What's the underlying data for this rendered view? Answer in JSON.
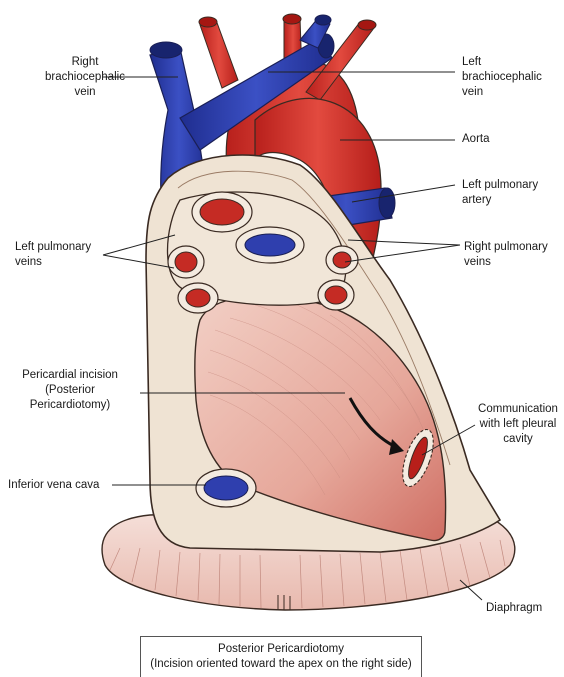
{
  "labels": {
    "right_brachiocephalic_vein": "Right\nbrachiocephalic\nvein",
    "left_brachiocephalic_vein": "Left\nbrachiocephalic\nvein",
    "aorta": "Aorta",
    "left_pulmonary_artery": "Left pulmonary\nartery",
    "left_pulmonary_veins": "Left pulmonary\nveins",
    "right_pulmonary_veins": "Right pulmonary\nveins",
    "pericardial_incision": "Pericardial incision\n(Posterior\nPericardiotomy)",
    "communication_pleural": "Communication\nwith left pleural\ncavity",
    "inferior_vena_cava": "Inferior vena cava",
    "diaphragm": "Diaphragm"
  },
  "caption": {
    "title": "Posterior Pericardiotomy",
    "subtitle": "(Incision oriented toward the apex on the right side)"
  },
  "colors": {
    "vein_blue": "#2f3fae",
    "artery_red": "#d6302b",
    "pericardium_cream": "#efe3d3",
    "heart_pink": "#e9b7ab",
    "diaphragm_pink": "#f3d9d3",
    "outline": "#3a2a22"
  }
}
